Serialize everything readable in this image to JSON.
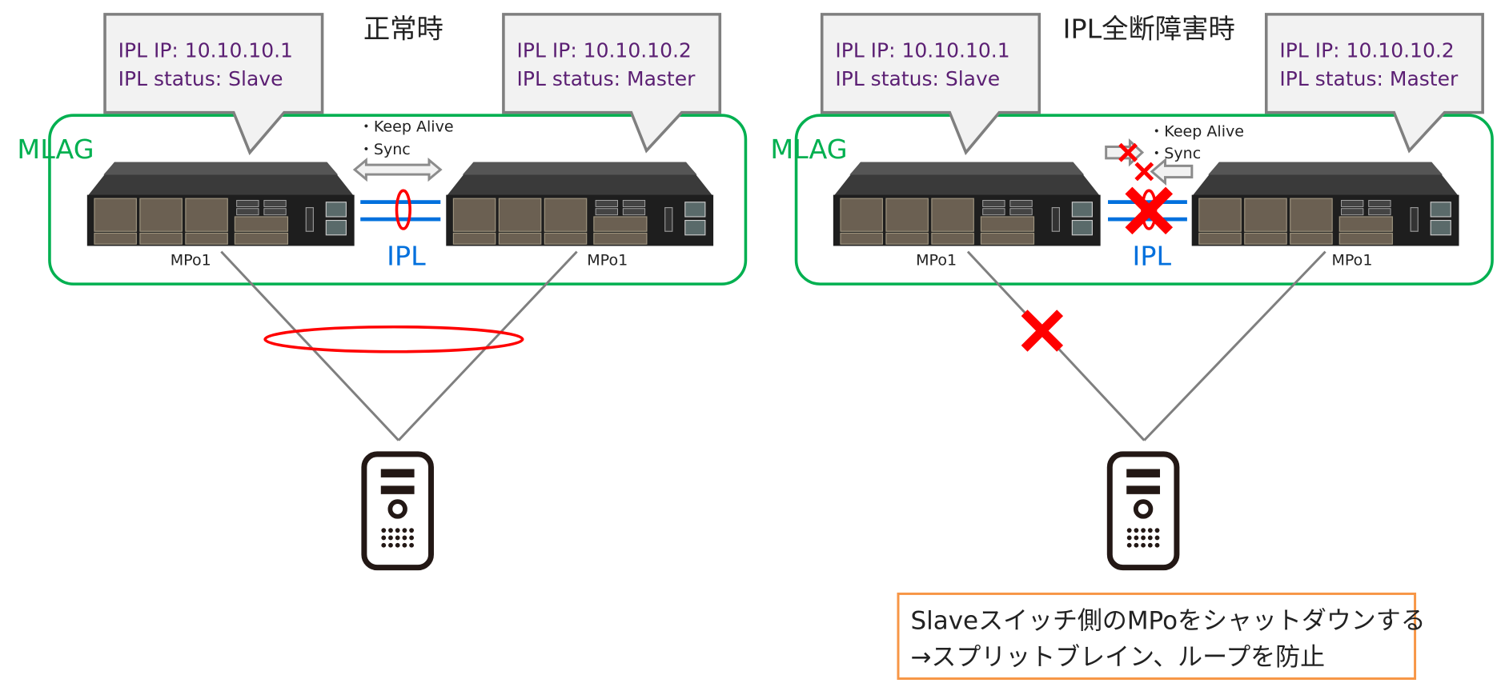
{
  "colors": {
    "mlag_border": "#00b050",
    "ipl_line": "#0070dd",
    "callout_text": "#5b1f73",
    "failure_mark": "#ff0000",
    "note_border": "#f79646",
    "link": "#7f7f7f"
  },
  "normal": {
    "title": "正常時",
    "left_callout": {
      "ip": "IPL IP: 10.10.10.1",
      "status": "IPL status: Slave"
    },
    "right_callout": {
      "ip": "IPL IP: 10.10.10.2",
      "status": "IPL status: Master"
    },
    "mlag_label": "MLAG",
    "keepalive": "・Keep Alive",
    "sync": "・Sync",
    "ipl_label": "IPL",
    "left_port": "MPo1",
    "right_port": "MPo1"
  },
  "failure": {
    "title": "IPL全断障害時",
    "left_callout": {
      "ip": "IPL IP: 10.10.10.1",
      "status": "IPL status: Slave"
    },
    "right_callout": {
      "ip": "IPL IP: 10.10.10.2",
      "status": "IPL status: Master"
    },
    "mlag_label": "MLAG",
    "keepalive": "・Keep Alive",
    "sync": "・Sync",
    "ipl_label": "IPL",
    "left_port": "MPo1",
    "right_port": "MPo1",
    "note_line1": "Slaveスイッチ側のMPoをシャットダウンする",
    "note_line2": "→スプリットブレイン、ループを防止"
  },
  "icons": [
    "network-switch-icon",
    "server-tower-icon",
    "red-x-icon"
  ]
}
